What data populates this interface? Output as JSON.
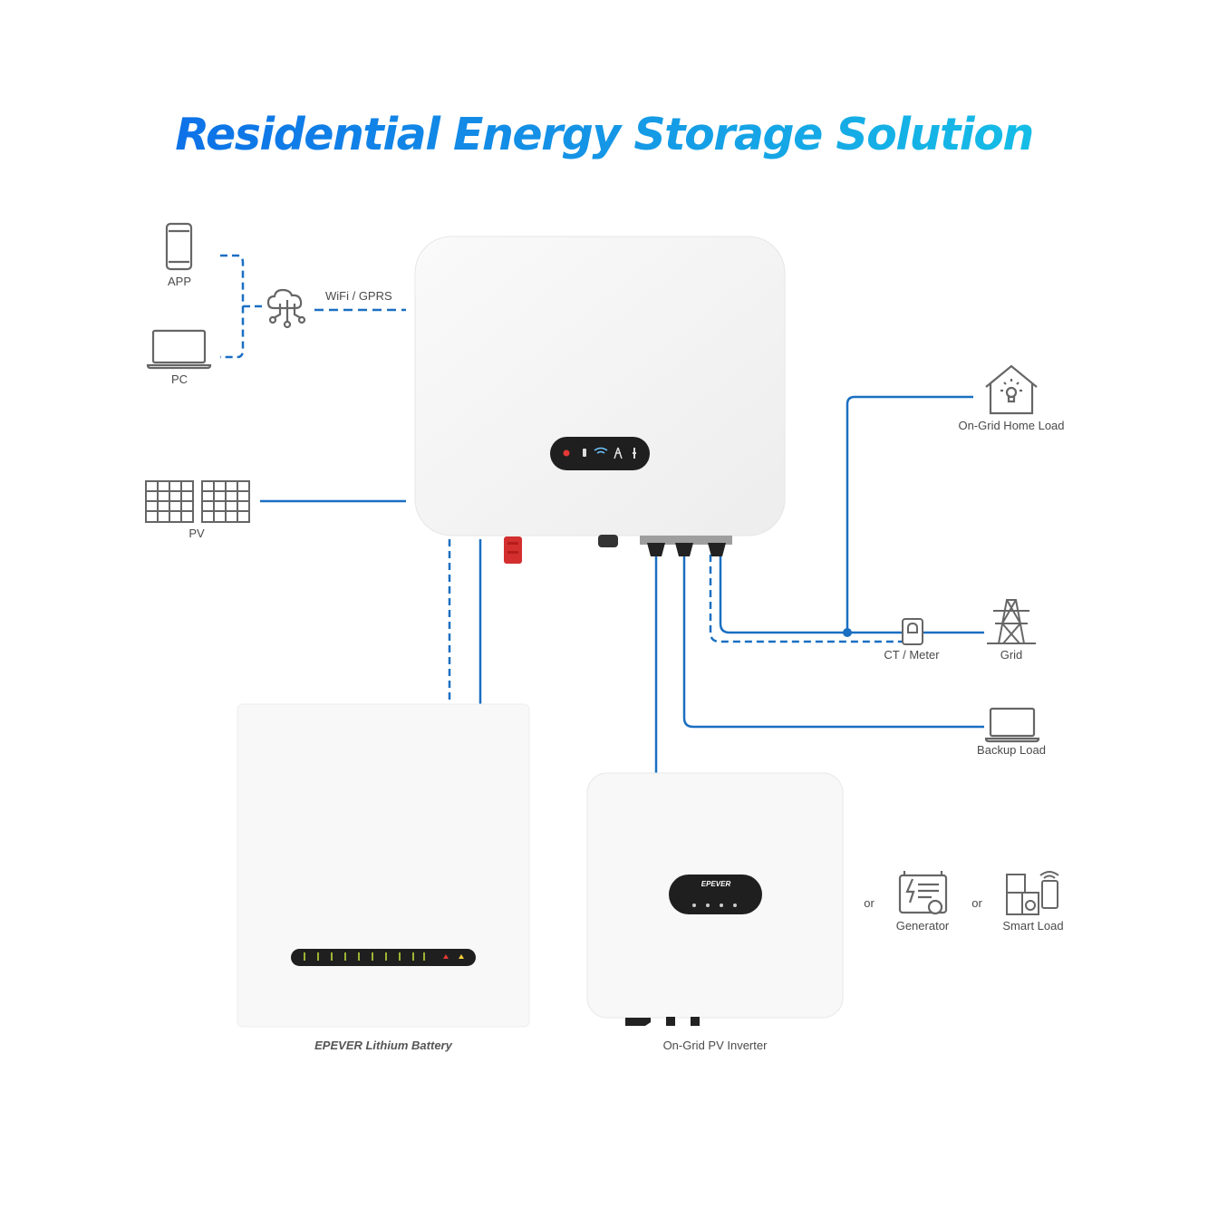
{
  "title": "Residential Energy Storage Solution",
  "labels": {
    "app": "APP",
    "pc": "PC",
    "wifi": "WiFi / GPRS",
    "pv": "PV",
    "on_grid_home_load": "On-Grid Home Load",
    "ct_meter": "CT / Meter",
    "grid": "Grid",
    "backup_load": "Backup Load",
    "or_1": "or",
    "or_2": "or",
    "generator": "Generator",
    "smart_load": "Smart Load",
    "battery": "EPEVER Lithium Battery",
    "pv_inverter": "On-Grid PV Inverter",
    "pv_inverter_brand": "EPEVER"
  },
  "colors": {
    "line": "#1a6fc2",
    "title_start": "#0a63e8",
    "title_end": "#15cde6",
    "icon_gray": "#666666",
    "device_white": "#f7f7f7"
  }
}
